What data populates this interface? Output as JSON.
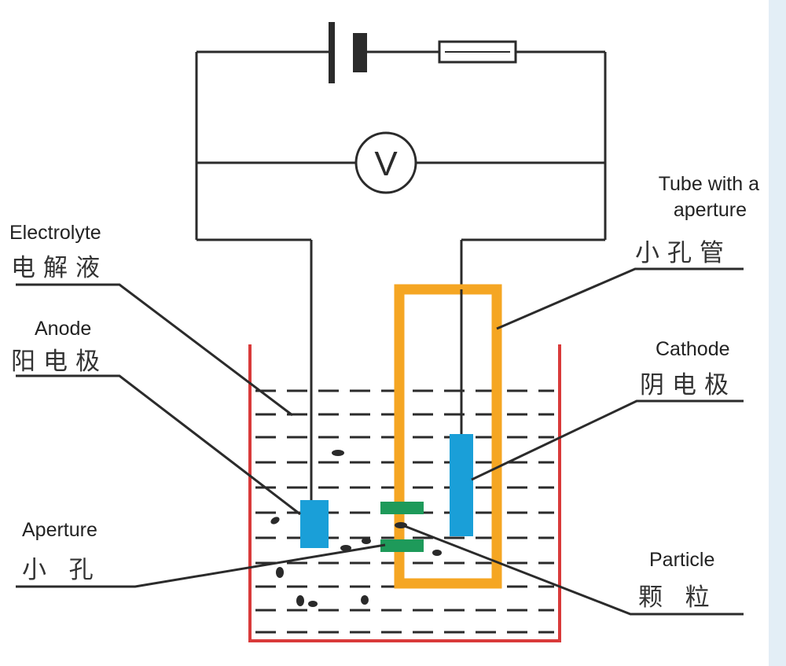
{
  "labels": {
    "electrolyte": {
      "en": "Electrolyte",
      "zh": "电解液"
    },
    "anode": {
      "en": "Anode",
      "zh": "阳电极"
    },
    "aperture": {
      "en": "Aperture",
      "zh": "小 孔"
    },
    "tube": {
      "en_line1": "Tube with a",
      "en_line2": "aperture",
      "zh": "小孔管"
    },
    "cathode": {
      "en": "Cathode",
      "zh": "阴电极"
    },
    "particle": {
      "en": "Particle",
      "zh": "颗 粒"
    }
  },
  "voltmeter": {
    "symbol": "V"
  },
  "colors": {
    "wire": "#2b2b2b",
    "beaker": "#d93a3a",
    "tube": "#f5a623",
    "electrode": "#1a9fd8",
    "aperture_plate": "#1e9a5a",
    "particle": "#2a2a2a",
    "frame": "#e3eef6"
  }
}
